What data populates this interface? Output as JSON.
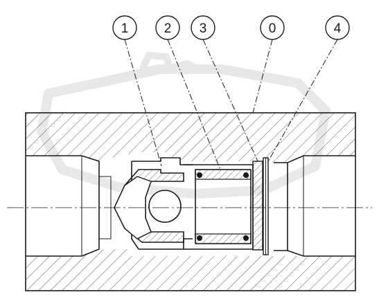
{
  "drawing": {
    "balloons": [
      {
        "label": "1"
      },
      {
        "label": "2"
      },
      {
        "label": "3"
      },
      {
        "label": "0"
      },
      {
        "label": "4"
      }
    ],
    "colors": {
      "line": "#1a1a1a",
      "hatch": "#5a5a5a",
      "background": "#ffffff",
      "watermark": "#d4d4d4"
    }
  }
}
